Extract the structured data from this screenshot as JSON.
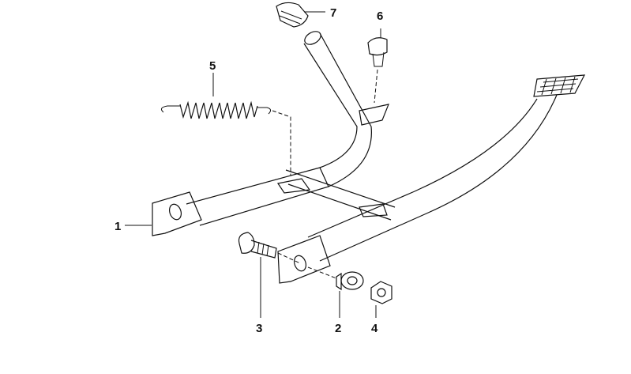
{
  "callouts": [
    {
      "id": "1",
      "text": "1"
    },
    {
      "id": "2",
      "text": "2"
    },
    {
      "id": "3",
      "text": "3"
    },
    {
      "id": "4",
      "text": "4"
    },
    {
      "id": "5",
      "text": "5"
    },
    {
      "id": "6",
      "text": "6"
    },
    {
      "id": "7",
      "text": "7"
    }
  ],
  "colors": {
    "ink": "#111111",
    "background": "#ffffff"
  }
}
